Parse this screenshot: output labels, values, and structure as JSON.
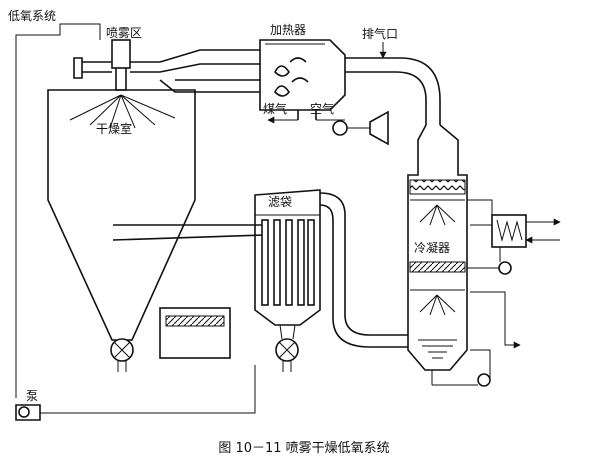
{
  "labels": {
    "low_oxygen_system": "低氧系统",
    "spray_zone": "喷雾区",
    "heater": "加热器",
    "exhaust_port": "排气口",
    "coal_gas": "煤气",
    "air": "空气",
    "drying_chamber": "干燥室",
    "filter_bag": "滤袋",
    "condenser": "冷凝器",
    "pump": "泵"
  },
  "caption": "图 10－11  喷雾干燥低氧系统"
}
